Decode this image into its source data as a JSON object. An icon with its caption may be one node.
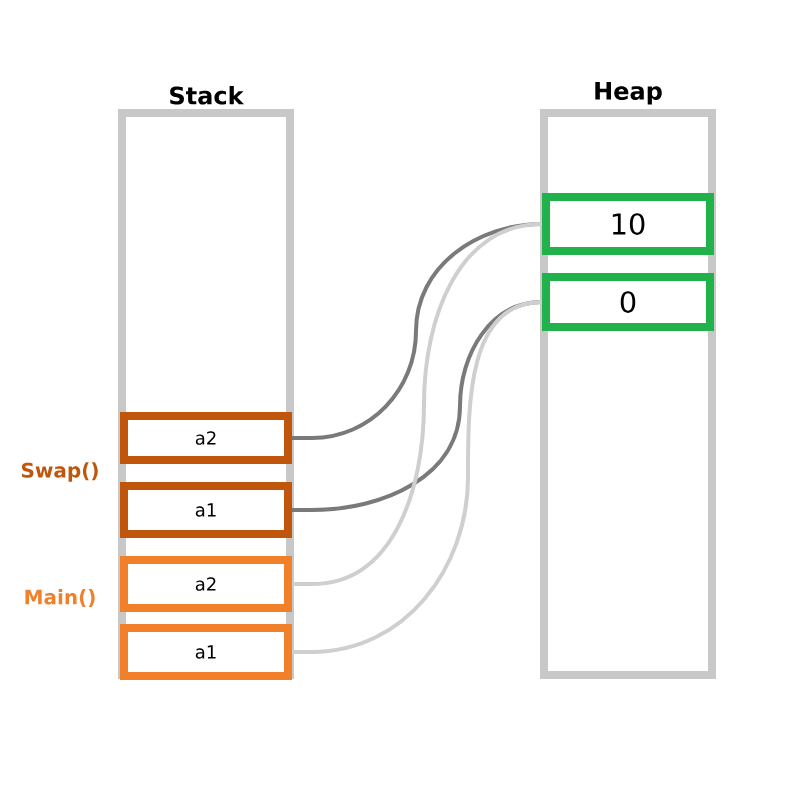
{
  "diagram": {
    "nodes": [
      {
        "text": [
          "Stack"
        ]
      },
      {
        "text": [
          "Heap"
        ]
      },
      {
        "text": [
          "a2"
        ],
        "in": 0
      },
      {
        "text": [
          "a1"
        ],
        "in": 0
      },
      {
        "text": [
          "a2"
        ],
        "in": 0
      },
      {
        "text": [
          "a1"
        ],
        "in": 0
      },
      {
        "text": [
          "10"
        ],
        "in": 1
      },
      {
        "text": [
          "0"
        ],
        "in": 1
      }
    ],
    "edges": [
      {
        "from": 2,
        "to": 6,
        "arrow": "none",
        "color": "#7a7a7a"
      },
      {
        "from": 3,
        "to": 7,
        "arrow": "none",
        "color": "#7a7a7a"
      },
      {
        "from": 4,
        "to": 6,
        "arrow": "none",
        "color": "#cfcfcf"
      },
      {
        "from": 5,
        "to": 7,
        "arrow": "none",
        "color": "#cfcfcf"
      }
    ],
    "labels": [
      "Swap()",
      "Main()"
    ]
  }
}
